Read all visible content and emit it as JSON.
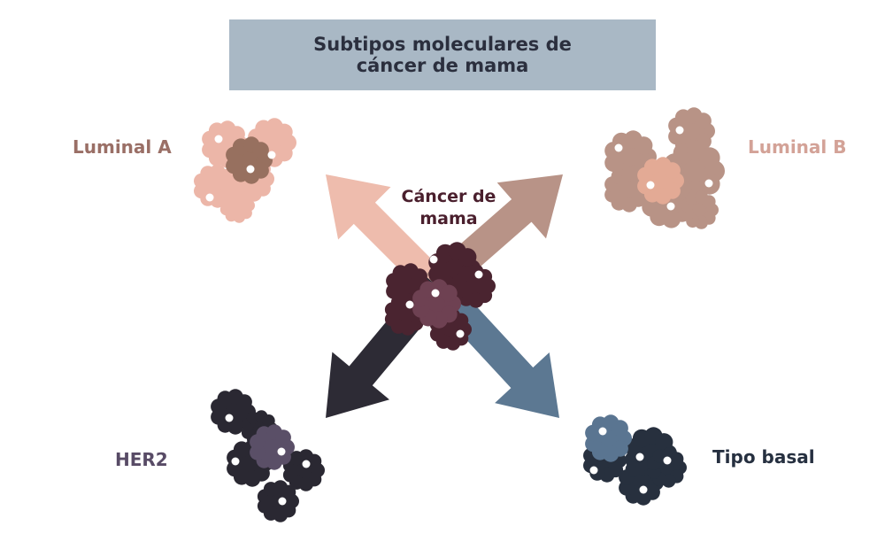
{
  "title": "Subtipos moleculares de cáncer de mama",
  "center": {
    "label": "Cáncer de mama",
    "color": "#4a2430",
    "core_color": "#6e4152"
  },
  "subtypes": [
    {
      "id": "luminal-a",
      "label": "Luminal A",
      "label_color": "#9a6f66",
      "color": "#ecb6a8",
      "core_color": "#97705f",
      "arrow_color": "#eebcad"
    },
    {
      "id": "luminal-b",
      "label": "Luminal B",
      "label_color": "#d3a297",
      "color": "#b89386",
      "core_color": "#e3aa95",
      "arrow_color": "#b89387"
    },
    {
      "id": "her2",
      "label": "HER2",
      "label_color": "#584b66",
      "color": "#2a2832",
      "core_color": "#5a4f67",
      "arrow_color": "#2d2b35"
    },
    {
      "id": "tipo-basal",
      "label": "Tipo basal",
      "label_color": "#263040",
      "color": "#27303e",
      "core_color": "#5a7591",
      "arrow_color": "#5c7892"
    }
  ]
}
